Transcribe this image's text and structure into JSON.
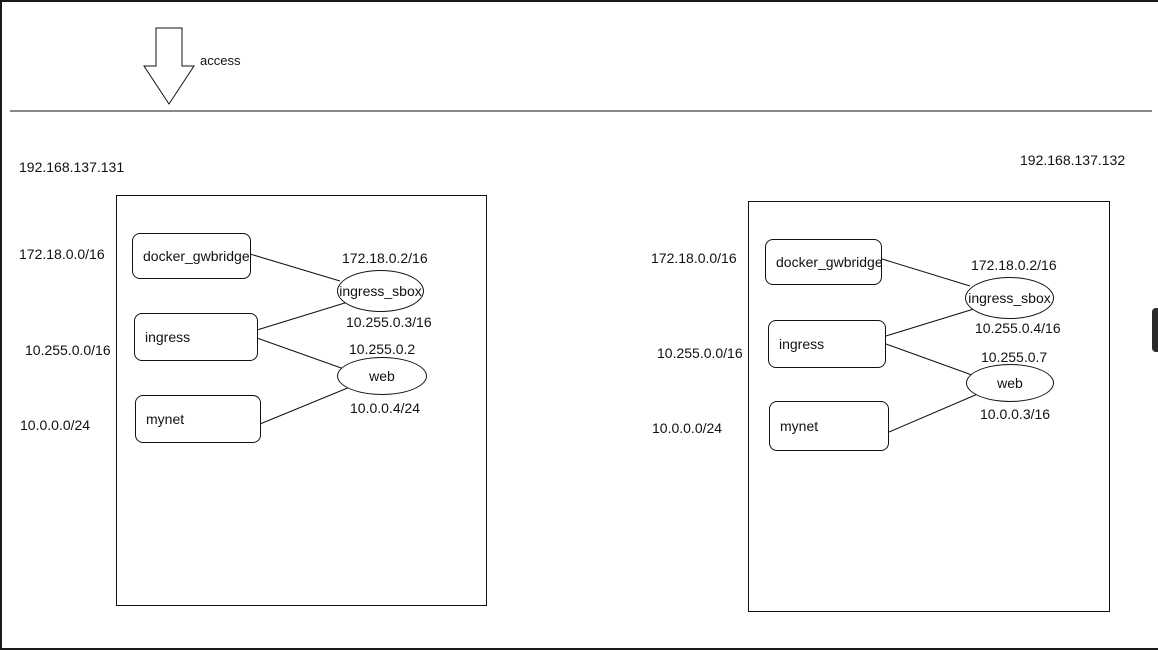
{
  "access": {
    "label": "access"
  },
  "hosts": [
    {
      "ip": "192.168.137.131",
      "subnets": [
        "172.18.0.0/16",
        "10.255.0.0/16",
        "10.0.0.0/24"
      ],
      "networks": [
        "docker_gwbridge",
        "ingress",
        "mynet"
      ],
      "sandbox": {
        "label": "ingress_sbox",
        "ip_top": "172.18.0.2/16",
        "ip_bottom": "10.255.0.3/16"
      },
      "web": {
        "label": "web",
        "ip_top": "10.255.0.2",
        "ip_bottom": "10.0.0.4/24"
      }
    },
    {
      "ip": "192.168.137.132",
      "subnets": [
        "172.18.0.0/16",
        "10.255.0.0/16",
        "10.0.0.0/24"
      ],
      "networks": [
        "docker_gwbridge",
        "ingress",
        "mynet"
      ],
      "sandbox": {
        "label": "ingress_sbox",
        "ip_top": "172.18.0.2/16",
        "ip_bottom": "10.255.0.4/16"
      },
      "web": {
        "label": "web",
        "ip_top": "10.255.0.7",
        "ip_bottom": "10.0.0.3/16"
      }
    }
  ],
  "colors": {
    "line": "#111111",
    "background": "#ffffff"
  }
}
